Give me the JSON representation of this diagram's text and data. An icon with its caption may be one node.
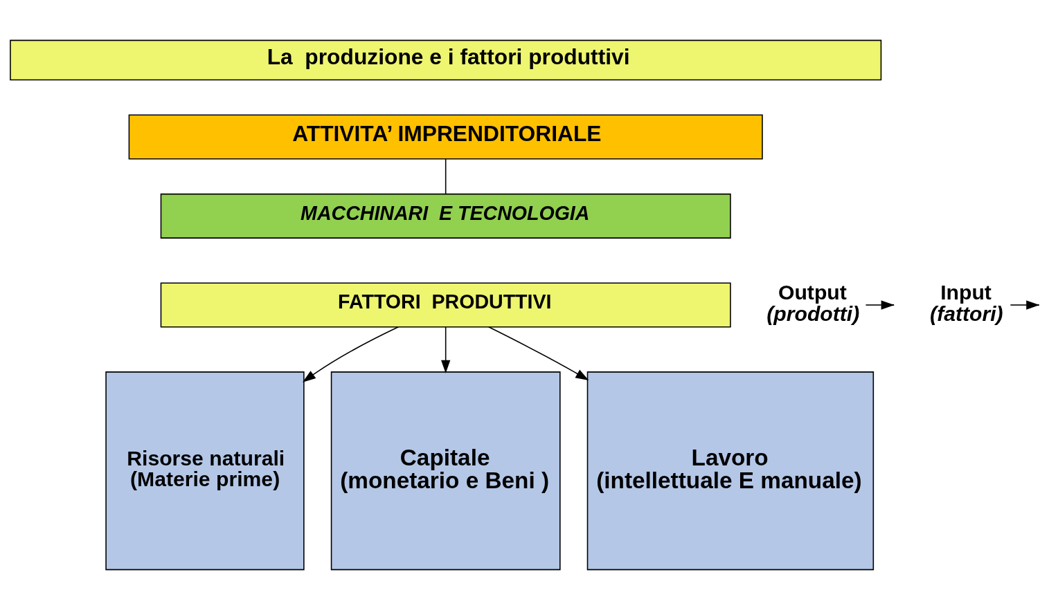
{
  "diagram": {
    "nodes": [
      {
        "text": [
          "La  produzione e i fattori produttivi"
        ]
      },
      {
        "text": [
          "ATTIVITA’ IMPRENDITORIALE"
        ]
      },
      {
        "text": [
          "MACCHINARI  E TECNOLOGIA"
        ]
      },
      {
        "text": [
          "FATTORI  PRODUTTIVI"
        ]
      },
      {
        "text": [
          "Risorse naturali",
          "(Materie prime)"
        ]
      },
      {
        "text": [
          "Capitale",
          "(monetario e Beni )"
        ]
      },
      {
        "text": [
          "Lavoro",
          "(intellettuale E manuale)"
        ]
      },
      {
        "text": [
          "Input",
          "(fattori)"
        ]
      },
      {
        "text": [
          "Output",
          "(prodotti)"
        ]
      }
    ],
    "edges": [
      {
        "from": 1,
        "to": 2,
        "arrow": "none"
      },
      {
        "from": 3,
        "to": 4,
        "arrow": "to"
      },
      {
        "from": 3,
        "to": 5,
        "arrow": "to"
      },
      {
        "from": 3,
        "to": 6,
        "arrow": "to"
      },
      {
        "from": 7,
        "to": null,
        "arrow": "to"
      },
      {
        "from": 8,
        "to": null,
        "arrow": "to"
      }
    ]
  }
}
